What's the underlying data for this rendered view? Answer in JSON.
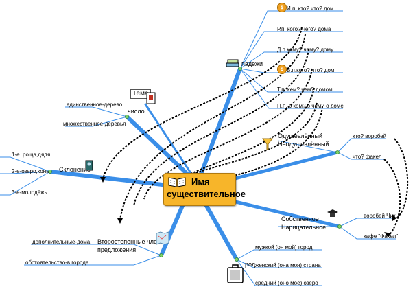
{
  "center": {
    "line1": "Имя",
    "line2": "существительное"
  },
  "tema": {
    "label": "Тема"
  },
  "chislo": {
    "label": "число",
    "children": [
      "единственное-дерево",
      "множественное-деревья"
    ]
  },
  "sklonenie": {
    "label": "Склонение",
    "children": [
      "1-е. роща,дядя",
      "2-е-озеро,конь",
      "3-е-молодёжь"
    ]
  },
  "vtorostep": {
    "line1": "Второстепенные члены",
    "line2": "предложения",
    "children": [
      "дополнительные-дома",
      "обстоятельство-в городе"
    ]
  },
  "padezhi": {
    "label": "падежи",
    "children": [
      "И.п. кто? что? дом",
      "Р.п. кого? чего? дома",
      "Д.п.кому? чему? дому",
      "В.п.кого? что? дом",
      "Т.п. кем? чем? домом",
      "П.п. о ком? о чём? о доме"
    ]
  },
  "odush": {
    "line1": "Одушевлённый",
    "line2": "Неодушевлённый",
    "children": [
      "кто? воробей",
      "что? факел"
    ]
  },
  "sobstv": {
    "line1": "Собственное",
    "line2": "Нарицательное",
    "children": [
      "воробей Чик",
      "кафе \"Факел\""
    ]
  },
  "rod": {
    "label": "род",
    "children": [
      "мужкой (он мой) город",
      "женский (она моя) страна",
      "средний (оно моё) озеро"
    ]
  },
  "colors": {
    "branch": "#3a8ee8",
    "leaf_line": "#3a8ee8",
    "node": "#7ed36a",
    "center_fill": "#f7b52a",
    "dashed": "#000000"
  },
  "icons": {
    "center": "open-book-icon",
    "tema": "book-marker-icon",
    "padezhi": "books-stack-icon",
    "sklonenie": "tape-icon",
    "vtorostep": "map-icon",
    "odush": "funnel-icon",
    "sobstv": "graduation-cap-icon",
    "rod": "briefcase-icon",
    "coin": "dollar-coin-icon"
  }
}
